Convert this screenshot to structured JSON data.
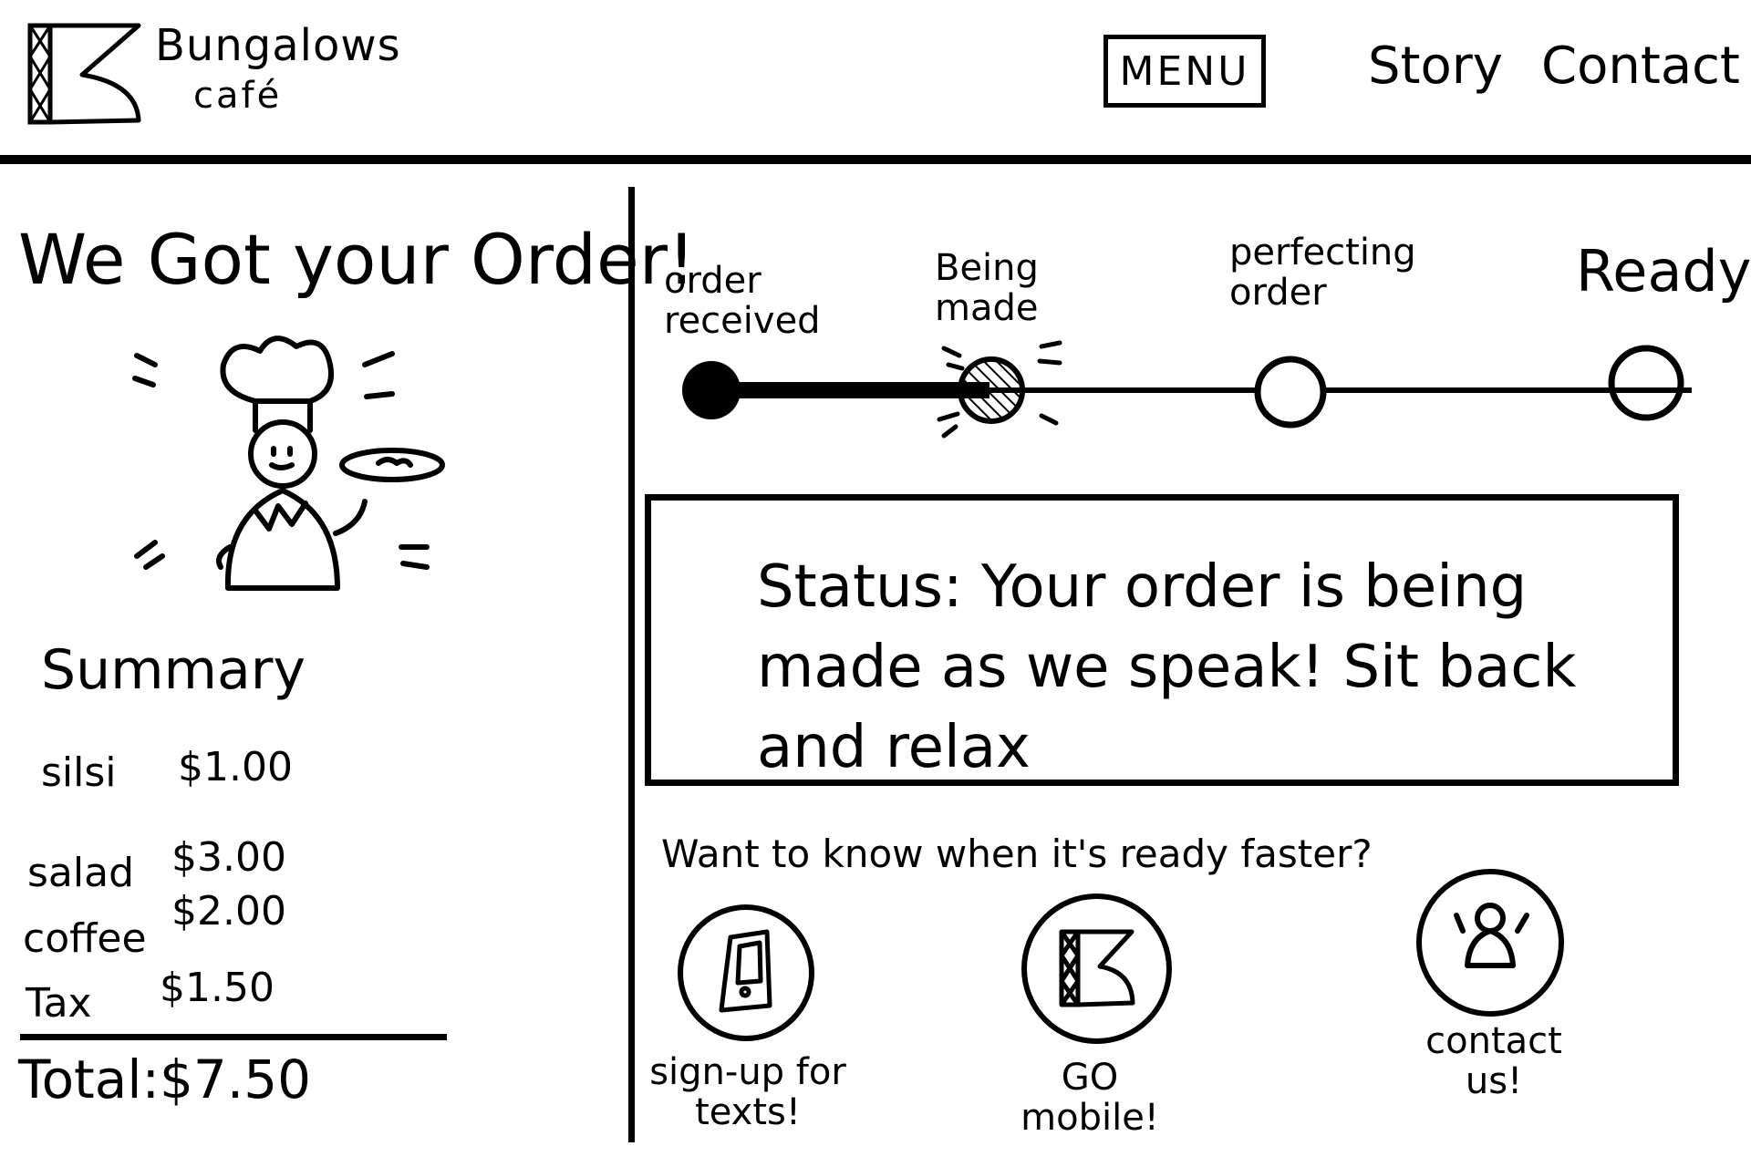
{
  "header": {
    "brand_name": "Bungalows",
    "brand_sub": "café",
    "nav": {
      "menu": "MENU",
      "story": "Story",
      "contact": "Contact"
    }
  },
  "order": {
    "title": "We Got your Order!",
    "summary_title": "Summary",
    "items": [
      {
        "name": "silsi",
        "price": "$1.00"
      },
      {
        "name": "salad",
        "price": "$3.00"
      },
      {
        "name": "coffee",
        "price": "$2.00"
      },
      {
        "name": "Tax",
        "price": "$1.50"
      }
    ],
    "total_label": "Total:$7.50"
  },
  "tracker": {
    "steps": [
      "order received",
      "Being made",
      "perfecting order",
      "Ready!"
    ],
    "current_step": 2,
    "total_steps": 4
  },
  "status": {
    "text": "Status: Your order is being made as we speak! Sit back and relax"
  },
  "notify": {
    "question": "Want to know when it's ready faster?",
    "options": [
      {
        "label": "sign-up for texts!",
        "icon": "phone-icon"
      },
      {
        "label": "GO mobile!",
        "icon": "bungalows-logo-icon"
      },
      {
        "label": "contact us!",
        "icon": "person-icon"
      }
    ]
  }
}
